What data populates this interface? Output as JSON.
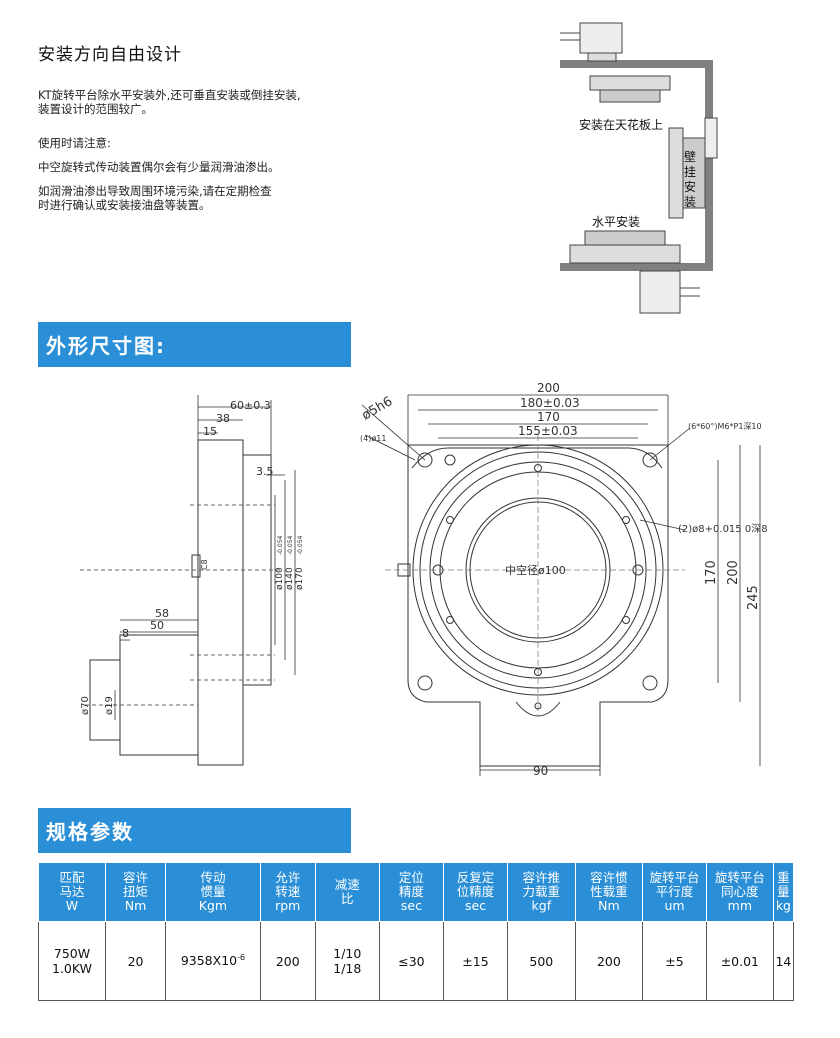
{
  "intro": {
    "title": "安装方向自由设计",
    "para1_line1": "KT旋转平台除水平安装外,还可垂直安装或倒挂安装,",
    "para1_line2": "装置设计的范围较广。",
    "notice_title": "使用时请注意:",
    "notice1": "中空旋转式传动装置偶尔会有少量润滑油渗出。",
    "notice2_line1": "如润滑油渗出导致周围环境污染,请在定期检查",
    "notice2_line2": "时进行确认或安装接油盘等装置。"
  },
  "mount_labels": {
    "ceiling": "安装在天花板上",
    "wall": "壁挂安装",
    "horizontal": "水平安装"
  },
  "sections": {
    "dimensions": "外形尺寸图:",
    "specs": "规格参数"
  },
  "side_dims": {
    "d60": "60±0.3",
    "d38": "38",
    "d15": "15",
    "d3_5": "3.5",
    "d58": "58",
    "d50": "50",
    "d8": "8",
    "phi70": "ø70",
    "phi19": "ø19",
    "phi100": "ø100",
    "phi140": "ø140",
    "phi170": "ø170",
    "tol100": "-0.054",
    "tol140": "-0.054",
    "tol170": "-0.054",
    "key": "C8"
  },
  "front_dims": {
    "w200": "200",
    "w180": "180±0.03",
    "w170": "170",
    "w155": "155±0.03",
    "h170": "170",
    "h200": "200",
    "h245": "245",
    "w90": "90",
    "hollow": "中空径ø100",
    "shaft": "ø5h6",
    "holes4": "(4)ø11",
    "thread": "(6*60°)M6*P1深10",
    "pin": "(2)ø8+0.015 0深8"
  },
  "table": {
    "headers": [
      [
        "匹配",
        "马达",
        "W"
      ],
      [
        "容许",
        "扭矩",
        "Nm"
      ],
      [
        "传动",
        "惯量",
        "Kgm"
      ],
      [
        "允许",
        "转速",
        "rpm"
      ],
      [
        "减速",
        "比",
        ""
      ],
      [
        "定位",
        "精度",
        "sec"
      ],
      [
        "反复定",
        "位精度",
        "sec"
      ],
      [
        "容许推",
        "力载重",
        "kgf"
      ],
      [
        "容许惯",
        "性载重",
        "Nm"
      ],
      [
        "旋转平台",
        "平行度",
        "um"
      ],
      [
        "旋转平台",
        "同心度",
        "mm"
      ],
      [
        "重量",
        "kg",
        ""
      ]
    ],
    "row": {
      "motor_l1": "750W",
      "motor_l2": "1.0KW",
      "torque": "20",
      "inertia": "9358X10",
      "inertia_exp": "-6",
      "speed": "200",
      "ratio_l1": "1/10",
      "ratio_l2": "1/18",
      "pos_acc": "≤30",
      "rep_acc": "±15",
      "thrust": "500",
      "inertial_load": "200",
      "parallel": "±5",
      "concentric": "±0.01",
      "weight": "14"
    }
  },
  "colors": {
    "accent": "#2a8fd6",
    "wall": "#777777",
    "line": "#333333"
  }
}
